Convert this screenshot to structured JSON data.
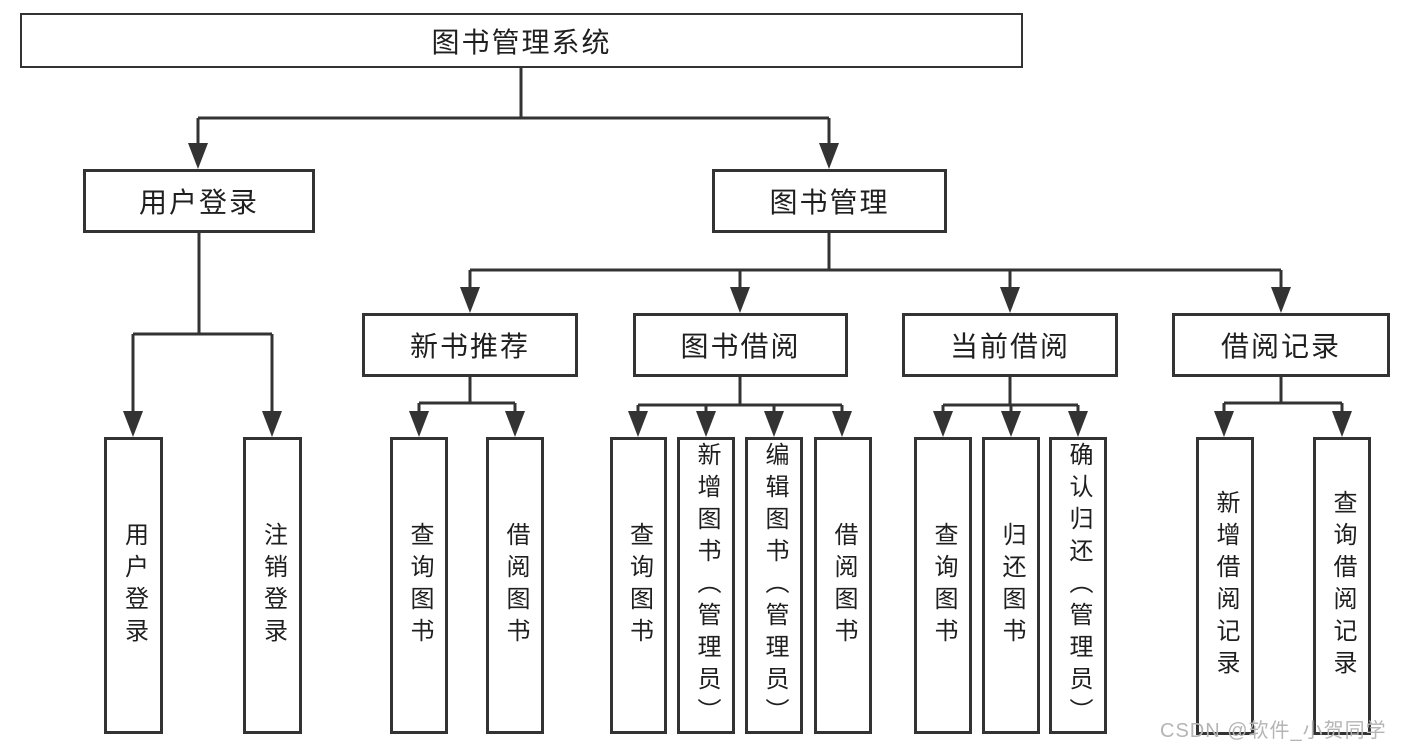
{
  "diagram": {
    "root": {
      "label": "图书管理系统"
    },
    "branches": {
      "user_login": {
        "label": "用户登录",
        "children": [
          {
            "label": "用户登录"
          },
          {
            "label": "注销登录"
          }
        ]
      },
      "book_mgmt": {
        "label": "图书管理",
        "children": [
          {
            "label": "新书推荐",
            "children": [
              {
                "label": "查询图书"
              },
              {
                "label": "借阅图书"
              }
            ]
          },
          {
            "label": "图书借阅",
            "children": [
              {
                "label": "查询图书"
              },
              {
                "label": "新增图书（管理员）"
              },
              {
                "label": "编辑图书（管理员）"
              },
              {
                "label": "借阅图书"
              }
            ]
          },
          {
            "label": "当前借阅",
            "children": [
              {
                "label": "查询图书"
              },
              {
                "label": "归还图书"
              },
              {
                "label": "确认归还（管理员）"
              }
            ]
          },
          {
            "label": "借阅记录",
            "children": [
              {
                "label": "新增借阅记录"
              },
              {
                "label": "查询借阅记录"
              }
            ]
          }
        ]
      }
    },
    "watermark": "CSDN @软件_小贺同学",
    "colors": {
      "line": "#333333",
      "text": "#1f1f1f",
      "watermark": "#b5b5b5",
      "background": "#ffffff"
    }
  }
}
